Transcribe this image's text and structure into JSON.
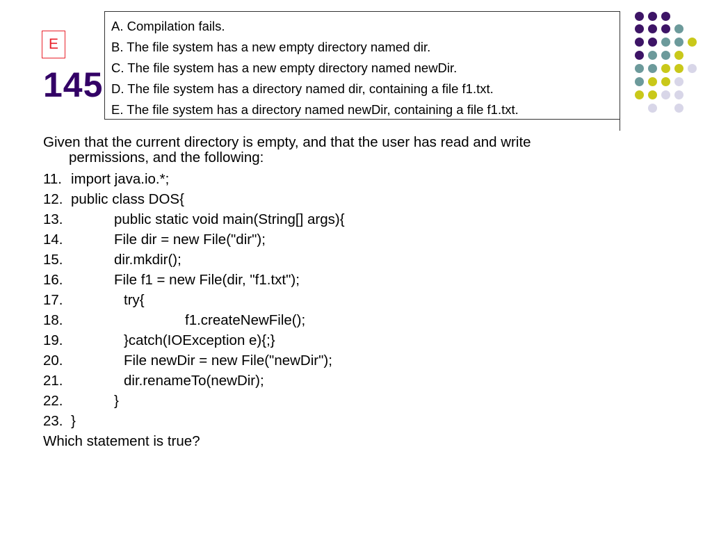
{
  "slide": {
    "answer_badge": "E",
    "slide_number": "145"
  },
  "options": [
    "A. Compilation fails.",
    "B. The file system has a new empty directory named dir.",
    "C. The file system has a new empty directory named newDir.",
    "D. The file system has a directory named dir, containing a file f1.txt.",
    "E. The file system has a directory named newDir, containing a file f1.txt."
  ],
  "question": {
    "intro_line1": "Given that the current directory is empty, and that the user has read and write",
    "intro_line2": "permissions, and the following:",
    "code": [
      {
        "num": "11.",
        "text": "import java.io.*;"
      },
      {
        "num": "12.",
        "text": "public class DOS{"
      },
      {
        "num": "13.",
        "text": "public static void main(String[] args){"
      },
      {
        "num": "14.",
        "text": "File dir = new File(\"dir\");"
      },
      {
        "num": "15.",
        "text": "dir.mkdir();"
      },
      {
        "num": "16.",
        "text": "File f1 = new File(dir, \"f1.txt\");"
      },
      {
        "num": "17.",
        "text": "try{"
      },
      {
        "num": "18.",
        "text": "f1.createNewFile();"
      },
      {
        "num": "19.",
        "text": "}catch(IOException e){;}"
      },
      {
        "num": "20.",
        "text": "File newDir = new File(\"newDir\");"
      },
      {
        "num": "21.",
        "text": "dir.renameTo(newDir);"
      },
      {
        "num": "22.",
        "text": "}"
      },
      {
        "num": "23.",
        "text": "}"
      }
    ],
    "closing": "Which statement is true?"
  },
  "theme_colors": {
    "purple": "#3d1466",
    "teal": "#6c9a9b",
    "olive": "#c9c81a",
    "lavender": "#d8d6e8",
    "answer_red": "#e8212b",
    "title_purple": "#330066"
  }
}
